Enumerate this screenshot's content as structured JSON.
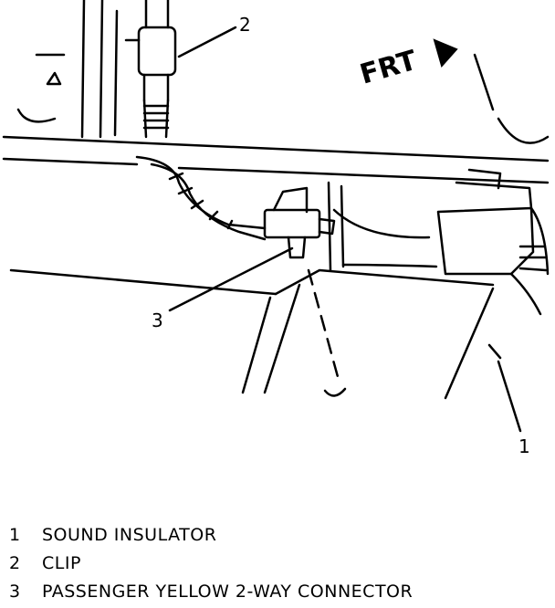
{
  "diagram": {
    "direction_label": "FRT",
    "callouts": [
      {
        "number": "1",
        "label": "SOUND INSULATOR"
      },
      {
        "number": "2",
        "label": "CLIP"
      },
      {
        "number": "3",
        "label": "PASSENGER YELLOW 2-WAY CONNECTOR"
      }
    ]
  },
  "colors": {
    "ink": "#000000",
    "paper": "#ffffff"
  }
}
